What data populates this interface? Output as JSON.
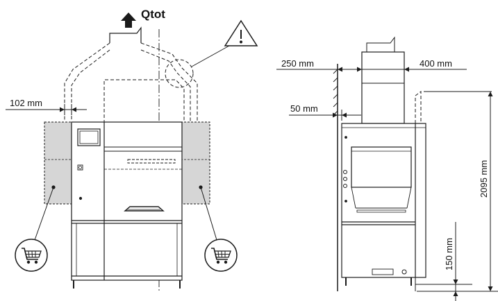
{
  "labels": {
    "qtot": "Qtot",
    "dim_102": "102 mm",
    "dim_250": "250 mm",
    "dim_400": "400 mm",
    "dim_50": "50 mm",
    "dim_2095": "2095 mm",
    "dim_150": "150 mm"
  },
  "icons": {
    "warning": "warning-triangle-icon",
    "cart": "shopping-cart-icon",
    "arrow": "exhaust-arrow-up-icon"
  },
  "colors": {
    "line": "#1a1a1a",
    "side_module_fill": "#d6d6d6"
  }
}
